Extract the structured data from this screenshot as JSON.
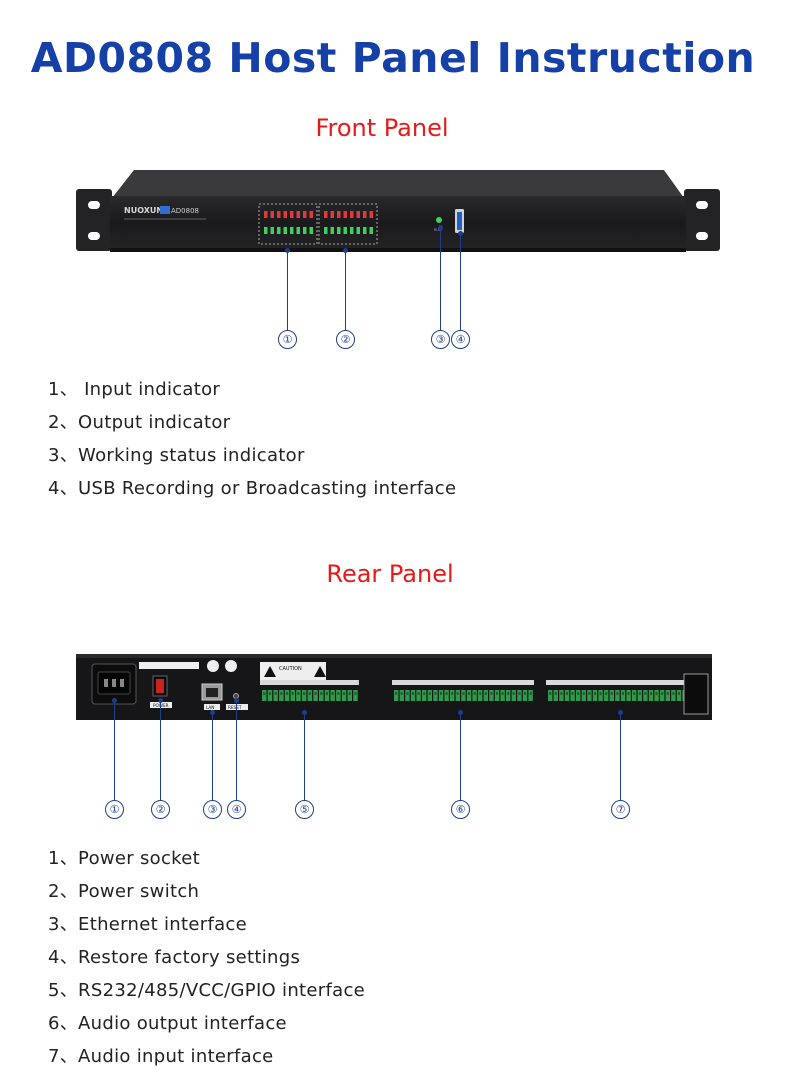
{
  "page": {
    "title": "AD0808 Host Panel Instruction"
  },
  "front_panel": {
    "heading": "Front Panel",
    "brand": "NUOXUN",
    "model": "AD0808",
    "callouts": [
      "①",
      "②",
      "③",
      "④"
    ],
    "items": [
      "1、 Input indicator",
      "2、Output indicator",
      "3、Working status indicator",
      "4、USB Recording or Broadcasting interface"
    ]
  },
  "rear_panel": {
    "heading": "Rear Panel",
    "power_label": "POWER",
    "lan_label": "LAN",
    "reset_label": "RESET",
    "caution_label": "CAUTION",
    "callouts": [
      "①",
      "②",
      "③",
      "④",
      "⑤",
      "⑥",
      "⑦"
    ],
    "items": [
      "1、Power socket",
      "2、Power switch",
      "3、Ethernet interface",
      "4、Restore factory settings",
      "5、RS232/485/VCC/GPIO interface",
      "6、Audio output interface",
      "7、Audio input interface"
    ]
  },
  "colors": {
    "title": "#1540a8",
    "section_heading": "#e31b1b",
    "callout": "#1c3f8c",
    "device_body": "#1d1d1f",
    "led_red": "#e23a3a",
    "led_green": "#3fcf5a",
    "terminal_green": "#2f9a4a"
  }
}
